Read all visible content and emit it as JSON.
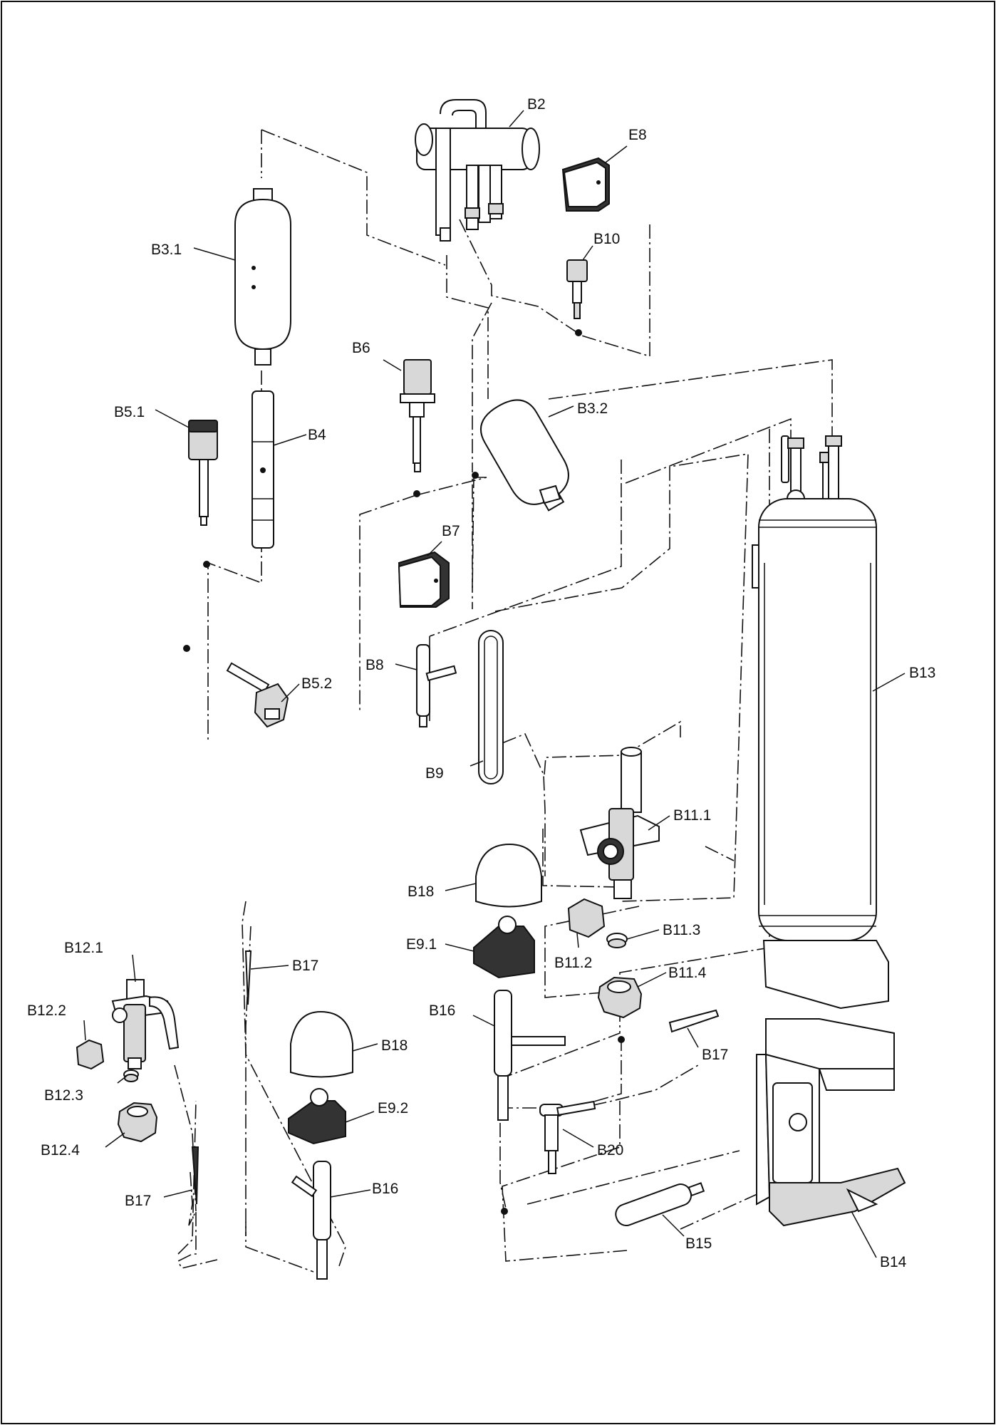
{
  "callouts": {
    "b2": "B2",
    "e8": "E8",
    "b10": "B10",
    "b3_1": "B3.1",
    "b6": "B6",
    "b3_2": "B3.2",
    "b5_1": "B5.1",
    "b4": "B4",
    "b7": "B7",
    "b8": "B8",
    "b5_2": "B5.2",
    "b9": "B9",
    "b13": "B13",
    "b11_1": "B11.1",
    "b18_top": "B18",
    "b11_3": "B11.3",
    "e9_1": "E9.1",
    "b11_2": "B11.2",
    "b11_4": "B11.4",
    "b12_1": "B12.1",
    "b17_left": "B17",
    "b12_2": "B12.2",
    "b16_top": "B16",
    "b17_right": "B17",
    "b18_bottom": "B18",
    "b12_3": "B12.3",
    "e9_2": "E9.2",
    "b12_4": "B12.4",
    "b20": "B20",
    "b17_bottom": "B17",
    "b16_bottom": "B16",
    "b15": "B15",
    "b14": "B14"
  }
}
